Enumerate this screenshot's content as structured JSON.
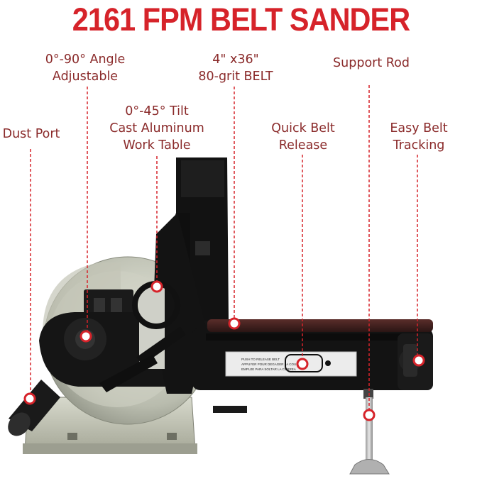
{
  "title": "2161 FPM BELT SANDER",
  "colors": {
    "title": "#d6232a",
    "label_text": "#8a2a2a",
    "callout_line": "#d6232a",
    "marker": "#d6232a"
  },
  "callouts": [
    {
      "id": "angle",
      "lines": [
        "0°-90° Angle",
        "Adjustable"
      ]
    },
    {
      "id": "belt",
      "lines": [
        "4\" x36\"",
        "80-grit BELT"
      ]
    },
    {
      "id": "support",
      "lines": [
        "Support Rod"
      ]
    },
    {
      "id": "dust",
      "lines": [
        "Dust Port"
      ]
    },
    {
      "id": "tilt",
      "lines": [
        "0°-45° Tilt",
        "Cast Aluminum",
        "Work Table"
      ]
    },
    {
      "id": "release",
      "lines": [
        "Quick Belt",
        "Release"
      ]
    },
    {
      "id": "tracking",
      "lines": [
        "Easy Belt",
        "Tracking"
      ]
    }
  ],
  "belt_label": {
    "lines": [
      "PUSH TO RELEASE BELT",
      "APPUYER POUR DEGAGER LA COURROIE",
      "EMPUJE PARA SOLTAR LA CORREA"
    ]
  }
}
